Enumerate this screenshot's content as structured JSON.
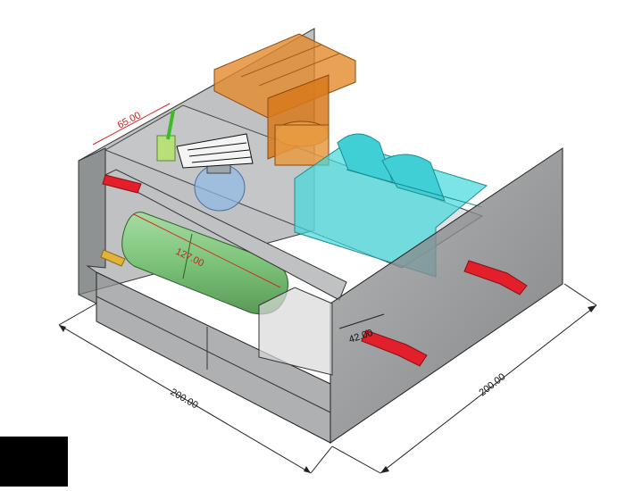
{
  "dimensions": {
    "width_left": "200.00",
    "width_right": "200.00",
    "top_offset": "65.00",
    "cylinder_length": "127.00",
    "port_spacing": "42.00"
  },
  "colors": {
    "enclosure_glass": "#7d7f80",
    "cylinder": "#8fcf8a",
    "motor": "#e38a2c",
    "blocks": "#41d8dc",
    "fittings": "#e21f2a",
    "dimension": "#222222",
    "dimension_red": "#d22a2a"
  },
  "icons": [
    "enclosure",
    "gas-cylinder",
    "motor-assembly",
    "cyan-blocks",
    "fitting",
    "antenna-sensor",
    "flask"
  ]
}
